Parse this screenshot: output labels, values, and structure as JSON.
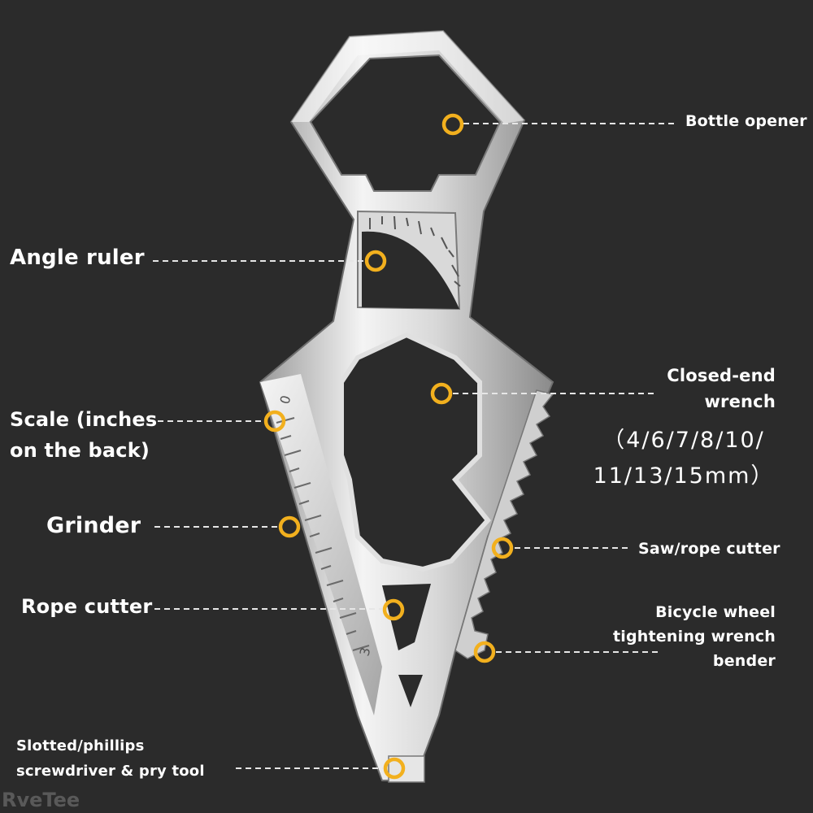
{
  "labels": {
    "bottle_opener": "Bottle opener",
    "angle_ruler": "Angle ruler",
    "closed_end_wrench": "Closed-end\nwrench",
    "wrench_sizes": "（4/6/7/8/10/\n11/13/15mm）",
    "scale": "Scale (inches\non the back)",
    "grinder": "Grinder",
    "saw_rope_cutter": "Saw/rope cutter",
    "rope_cutter": "Rope cutter",
    "bicycle_wrench": "Bicycle wheel\ntightening wrench\nbender",
    "screwdriver": "Slotted/phillips\nscrewdriver & pry tool"
  },
  "scale_marks": {
    "zero": "0",
    "three": "3"
  },
  "watermark": "RveTee",
  "colors": {
    "background": "#2b2b2b",
    "marker": "#f2b01e",
    "leader": "#e6e6e6",
    "steel_light": "#f2f2f2",
    "steel_dark": "#8c8c8c"
  }
}
